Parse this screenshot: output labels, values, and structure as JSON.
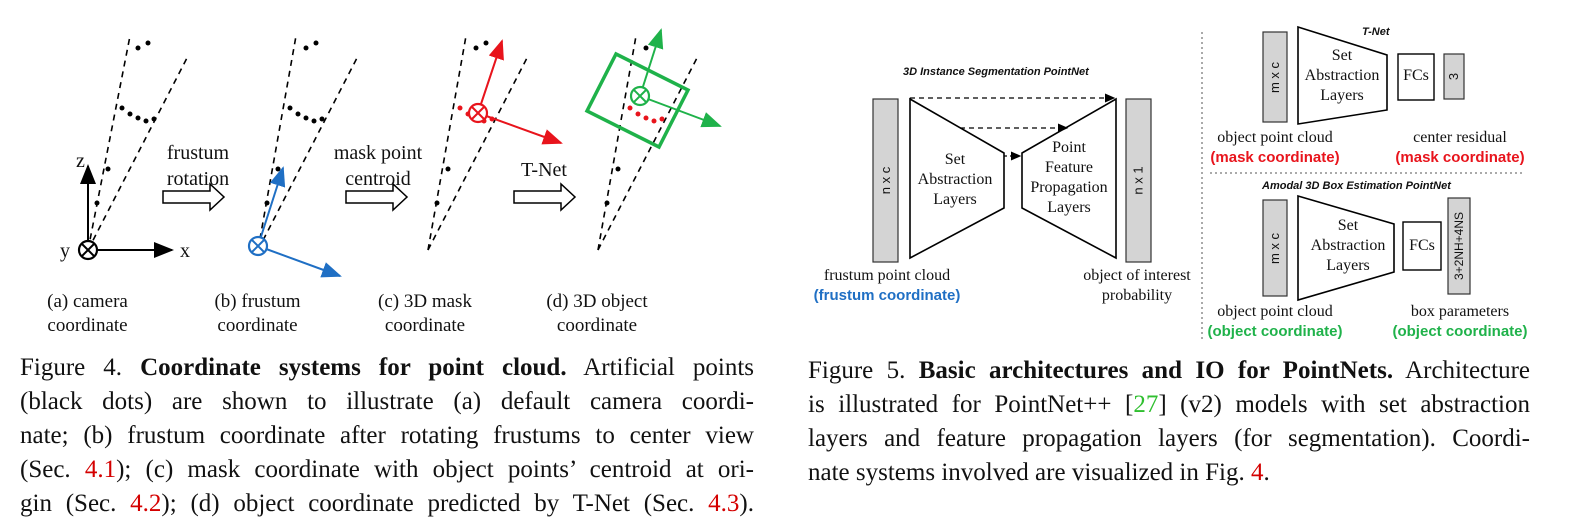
{
  "figure4": {
    "panel_labels": {
      "a_line1": "(a) camera",
      "a_line2": "coordinate",
      "b_line1": "(b) frustum",
      "b_line2": "coordinate",
      "c_line1": "(c) 3D mask",
      "c_line2": "coordinate",
      "d_line1": "(d) 3D object",
      "d_line2": "coordinate"
    },
    "arrow_labels": {
      "frustum1": "frustum",
      "frustum2": "rotation",
      "mask1": "mask point",
      "mask2": "centroid",
      "tnet": "T-Net"
    },
    "axis_labels": {
      "z": "z",
      "y": "y",
      "x": "x"
    },
    "caption": {
      "prefix": "Figure 4.",
      "title": "Coordinate systems for point cloud.",
      "line1_rest": "Artificial points",
      "line2": "(black dots) are shown to illustrate (a) default camera coordi-",
      "line3": "nate; (b) frustum coordinate after rotating frustums to center view",
      "line4_a": "(Sec.",
      "line4_ref": "4.1",
      "line4_b": "); (c) mask coordinate with object points’ centroid at ori-",
      "line5_a": "gin (Sec.",
      "line5_ref1": "4.2",
      "line5_b": "); (d) object coordinate predicted by T-Net (Sec.",
      "line5_ref2": "4.3",
      "line5_c": ")."
    }
  },
  "figure5": {
    "seg": {
      "title": "3D Instance Segmentation PointNet",
      "input_box": "n x c",
      "set_abs": [
        "Set",
        "Abstraction",
        "Layers"
      ],
      "feat_prop": [
        "Point",
        "Feature",
        "Propagation",
        "Layers"
      ],
      "output_box": "n x 1",
      "input_label": "frustum point cloud",
      "input_coord": "(frustum coordinate)",
      "output_label1": "object of interest",
      "output_label2": "probability"
    },
    "tnet": {
      "title": "T-Net",
      "input_box": "m x c",
      "set_abs": [
        "Set",
        "Abstraction",
        "Layers"
      ],
      "fcs": "FCs",
      "out_box": "3",
      "input_label": "object point cloud",
      "input_coord": "(mask coordinate)",
      "output_label": "center residual",
      "output_coord": "(mask coordinate)"
    },
    "box": {
      "title": "Amodal 3D Box Estimation PointNet",
      "input_box": "m x c",
      "set_abs": [
        "Set",
        "Abstraction",
        "Layers"
      ],
      "fcs": "FCs",
      "out_box": "3+2NH+4NS",
      "input_label": "object point cloud",
      "input_coord": "(object coordinate)",
      "output_label": "box parameters",
      "output_coord": "(object coordinate)"
    },
    "caption": {
      "prefix": "Figure 5.",
      "title": "Basic architectures and IO for PointNets.",
      "line1_rest": "Architecture",
      "line2_a": "is illustrated for PointNet++ [",
      "line2_ref": "27",
      "line2_b": "] (v2) models with set abstraction",
      "line3": "layers and feature propagation layers (for segmentation). Coordi-",
      "line4_a": "nate systems involved are visualized in Fig.",
      "line4_ref": "4",
      "line4_b": "."
    }
  },
  "colors": {
    "red": "#e8141c",
    "blue": "#1f6fc4",
    "green": "#1fb24a",
    "ref_red": "#d40000",
    "ref_green": "#2fbf2f",
    "box_gray": "#d4d4d4"
  }
}
